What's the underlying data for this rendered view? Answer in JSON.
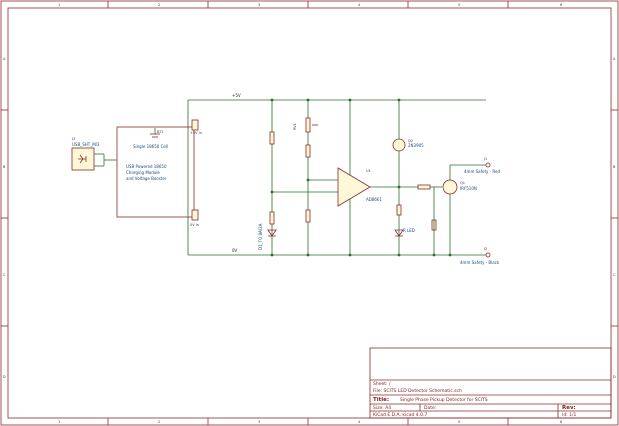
{
  "border": {
    "columns": [
      "1",
      "2",
      "3",
      "4",
      "5",
      "6"
    ],
    "rows": [
      "A",
      "B",
      "C",
      "D"
    ]
  },
  "nets": {
    "vplus": "+5V",
    "gnd": "0V"
  },
  "module": {
    "lines": [
      "USB Powered 18650",
      "Charging Module",
      "and Voltage Booster"
    ],
    "pin_plus": "+5V In",
    "pin_gnd": "0V In"
  },
  "parts": {
    "j3_ref": "J3",
    "j3_val": "USB_SHT_M/2",
    "bt1_ref": "BT1",
    "bt1_val": "Single 18650 Cell",
    "u1_ref": "U1",
    "u1_val": "AD8661",
    "q2_ref": "Q2",
    "q2_val": "2N3905",
    "q1_ref": "Q1",
    "q1_val": "IRF510N",
    "d_led_val": "R LED",
    "j1_ref": "J1",
    "j1_val": "4mm Safety - Red",
    "j2_ref": "J2",
    "j2_val": "4mm Safety - Black",
    "rv1_ref": "RV1",
    "d1_val": "D1_TO 8A/2A"
  },
  "title_block": {
    "sheet_label": "Sheet: /",
    "file_label": "File: SCITS LED Detector Schematic.sch",
    "title_label": "Title:",
    "title_value": "Single Phase Pickup Detector for SCITS",
    "size_label": "Size: A4",
    "date_label": "Date:",
    "rev_label": "Rev:",
    "kicad_label": "KiCad E.D.A.  kicad 4.0.7",
    "id_label": "Id: 1/1"
  }
}
